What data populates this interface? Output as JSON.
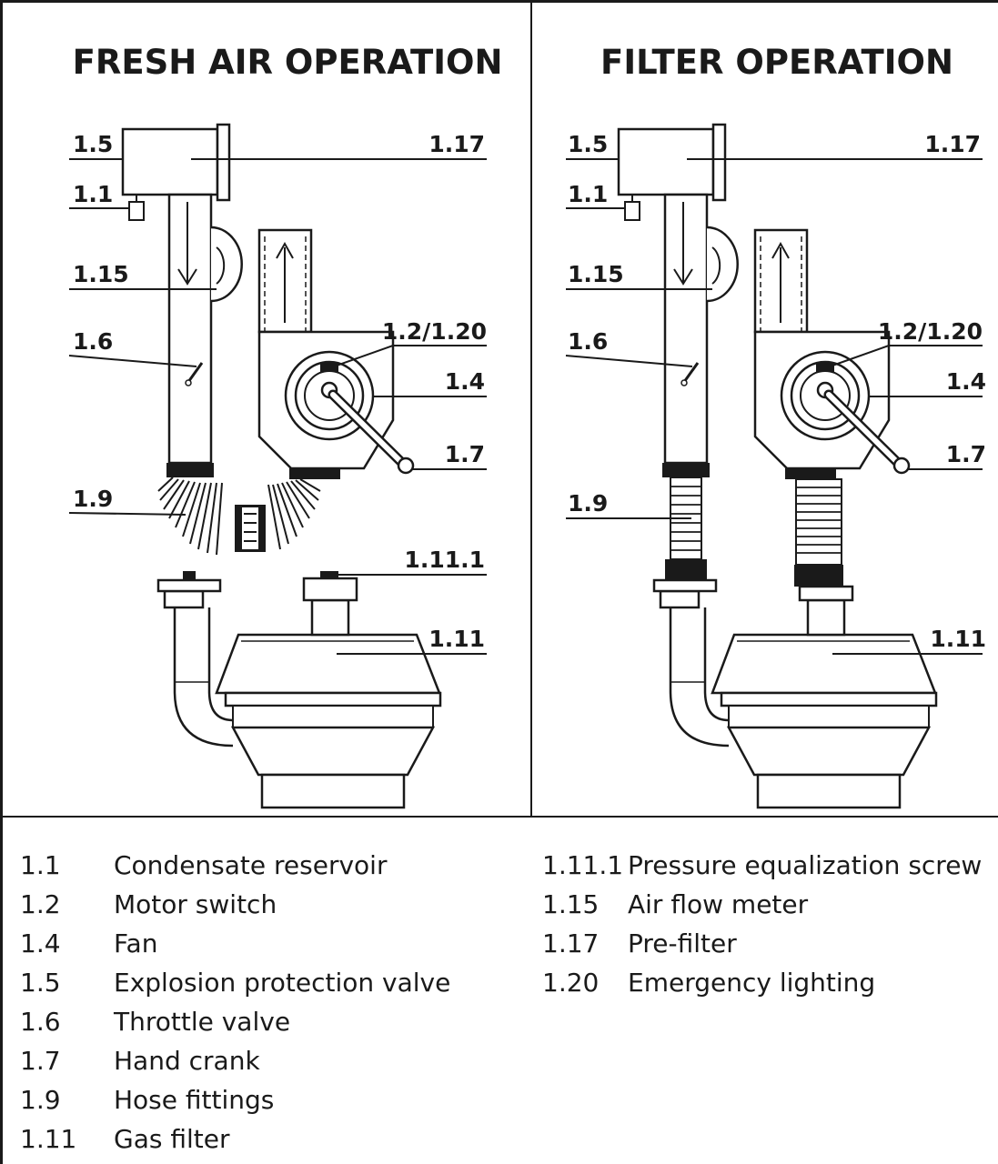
{
  "panels": {
    "left": {
      "title": "FRESH AIR OPERATION",
      "labels": {
        "p15": "1.5",
        "p117": "1.17",
        "p11": "1.1",
        "p115": "1.15",
        "p16": "1.6",
        "p12_120": "1.2/1.20",
        "p14": "1.4",
        "p17": "1.7",
        "p19": "1.9",
        "p1111": "1.11.1",
        "p111": "1.11"
      }
    },
    "right": {
      "title": "FILTER OPERATION",
      "labels": {
        "p15": "1.5",
        "p117": "1.17",
        "p11": "1.1",
        "p115": "1.15",
        "p16": "1.6",
        "p12_120": "1.2/1.20",
        "p14": "1.4",
        "p17": "1.7",
        "p19": "1.9",
        "p111": "1.11"
      }
    }
  },
  "legend": {
    "left": [
      {
        "code": "1.1",
        "text": "Condensate reservoir"
      },
      {
        "code": "1.2",
        "text": "Motor switch"
      },
      {
        "code": "1.4",
        "text": "Fan"
      },
      {
        "code": "1.5",
        "text": "Explosion protection valve"
      },
      {
        "code": "1.6",
        "text": "Throttle valve"
      },
      {
        "code": "1.7",
        "text": "Hand crank"
      },
      {
        "code": "1.9",
        "text": "Hose fittings"
      },
      {
        "code": "1.11",
        "text": "Gas filter"
      }
    ],
    "right": [
      {
        "code": "1.11.1",
        "text": "Pressure equalization screw"
      },
      {
        "code": "1.15",
        "text": "Air flow meter"
      },
      {
        "code": "1.17",
        "text": "Pre-filter"
      },
      {
        "code": "1.20",
        "text": "Emergency lighting"
      }
    ]
  }
}
